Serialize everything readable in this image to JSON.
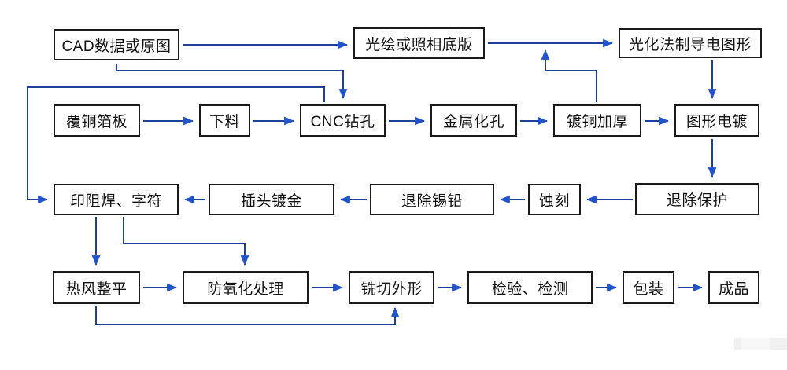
{
  "diagram": {
    "type": "flowchart",
    "language": "zh-CN",
    "colors": {
      "line": "#1e4099",
      "arrow": "#2353cb",
      "box_border": "#1a1a1a",
      "background": "#ffffff",
      "text": "#111111"
    },
    "nodes": {
      "cad": {
        "label": "CAD数据或原图"
      },
      "photoplot": {
        "label": "光绘或照相底版"
      },
      "photochemical": {
        "label": "光化法制导电图形"
      },
      "ccl": {
        "label": "覆铜箔板"
      },
      "cutting": {
        "label": "下料"
      },
      "cnc": {
        "label": "CNC钻孔"
      },
      "pth": {
        "label": "金属化孔"
      },
      "copper": {
        "label": "镀铜加厚"
      },
      "pattern": {
        "label": "图形电镀"
      },
      "soldermask": {
        "label": "印阻焊、字符"
      },
      "goldfinger": {
        "label": "插头镀金"
      },
      "striptin": {
        "label": "退除锡铅"
      },
      "etch": {
        "label": "蚀刻"
      },
      "stripresist": {
        "label": "退除保护"
      },
      "hasl": {
        "label": "热风整平"
      },
      "antiox": {
        "label": "防氧化处理"
      },
      "routing": {
        "label": "铣切外形"
      },
      "inspection": {
        "label": "检验、检测"
      },
      "packaging": {
        "label": "包装"
      },
      "finished": {
        "label": "成品"
      }
    },
    "edges": [
      {
        "from": "cad",
        "to": "photoplot"
      },
      {
        "from": "photoplot",
        "to": "photochemical"
      },
      {
        "from": "photochemical",
        "to": "pattern"
      },
      {
        "from": "cad",
        "to": "cnc"
      },
      {
        "from": "cnc",
        "to": "soldermask"
      },
      {
        "from": "ccl",
        "to": "cutting"
      },
      {
        "from": "cutting",
        "to": "cnc"
      },
      {
        "from": "cnc",
        "to": "pth"
      },
      {
        "from": "pth",
        "to": "copper"
      },
      {
        "from": "copper",
        "to": "pattern"
      },
      {
        "from": "copper",
        "to": "photochemical"
      },
      {
        "from": "pattern",
        "to": "stripresist"
      },
      {
        "from": "stripresist",
        "to": "etch"
      },
      {
        "from": "etch",
        "to": "striptin"
      },
      {
        "from": "striptin",
        "to": "goldfinger"
      },
      {
        "from": "goldfinger",
        "to": "soldermask"
      },
      {
        "from": "soldermask",
        "to": "hasl"
      },
      {
        "from": "soldermask",
        "to": "antiox"
      },
      {
        "from": "hasl",
        "to": "antiox"
      },
      {
        "from": "antiox",
        "to": "routing"
      },
      {
        "from": "routing",
        "to": "inspection"
      },
      {
        "from": "inspection",
        "to": "packaging"
      },
      {
        "from": "packaging",
        "to": "finished"
      },
      {
        "from": "hasl",
        "to": "routing"
      }
    ]
  }
}
